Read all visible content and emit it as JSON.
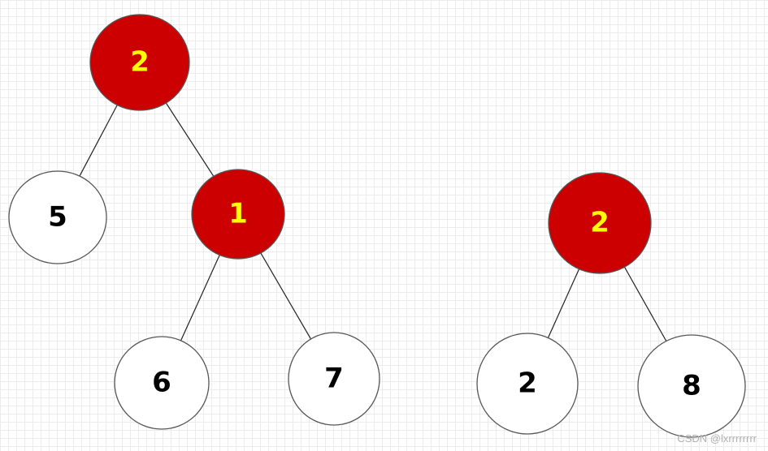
{
  "colors": {
    "highlight_fill": "#cc0000",
    "highlight_text": "#ffff00",
    "normal_fill": "#ffffff",
    "normal_text": "#000000",
    "stroke": "#555555"
  },
  "trees": [
    {
      "nodes": [
        {
          "id": "a1",
          "label": "2",
          "highlighted": true
        },
        {
          "id": "a2",
          "label": "5",
          "highlighted": false
        },
        {
          "id": "a3",
          "label": "1",
          "highlighted": true
        },
        {
          "id": "a4",
          "label": "6",
          "highlighted": false
        },
        {
          "id": "a5",
          "label": "7",
          "highlighted": false
        }
      ],
      "edges": [
        [
          "a1",
          "a2"
        ],
        [
          "a1",
          "a3"
        ],
        [
          "a3",
          "a4"
        ],
        [
          "a3",
          "a5"
        ]
      ]
    },
    {
      "nodes": [
        {
          "id": "b1",
          "label": "2",
          "highlighted": true
        },
        {
          "id": "b2",
          "label": "2",
          "highlighted": false
        },
        {
          "id": "b3",
          "label": "8",
          "highlighted": false
        }
      ],
      "edges": [
        [
          "b1",
          "b2"
        ],
        [
          "b1",
          "b3"
        ]
      ]
    }
  ],
  "watermark": "CSDN @lxrrrrrrrr"
}
